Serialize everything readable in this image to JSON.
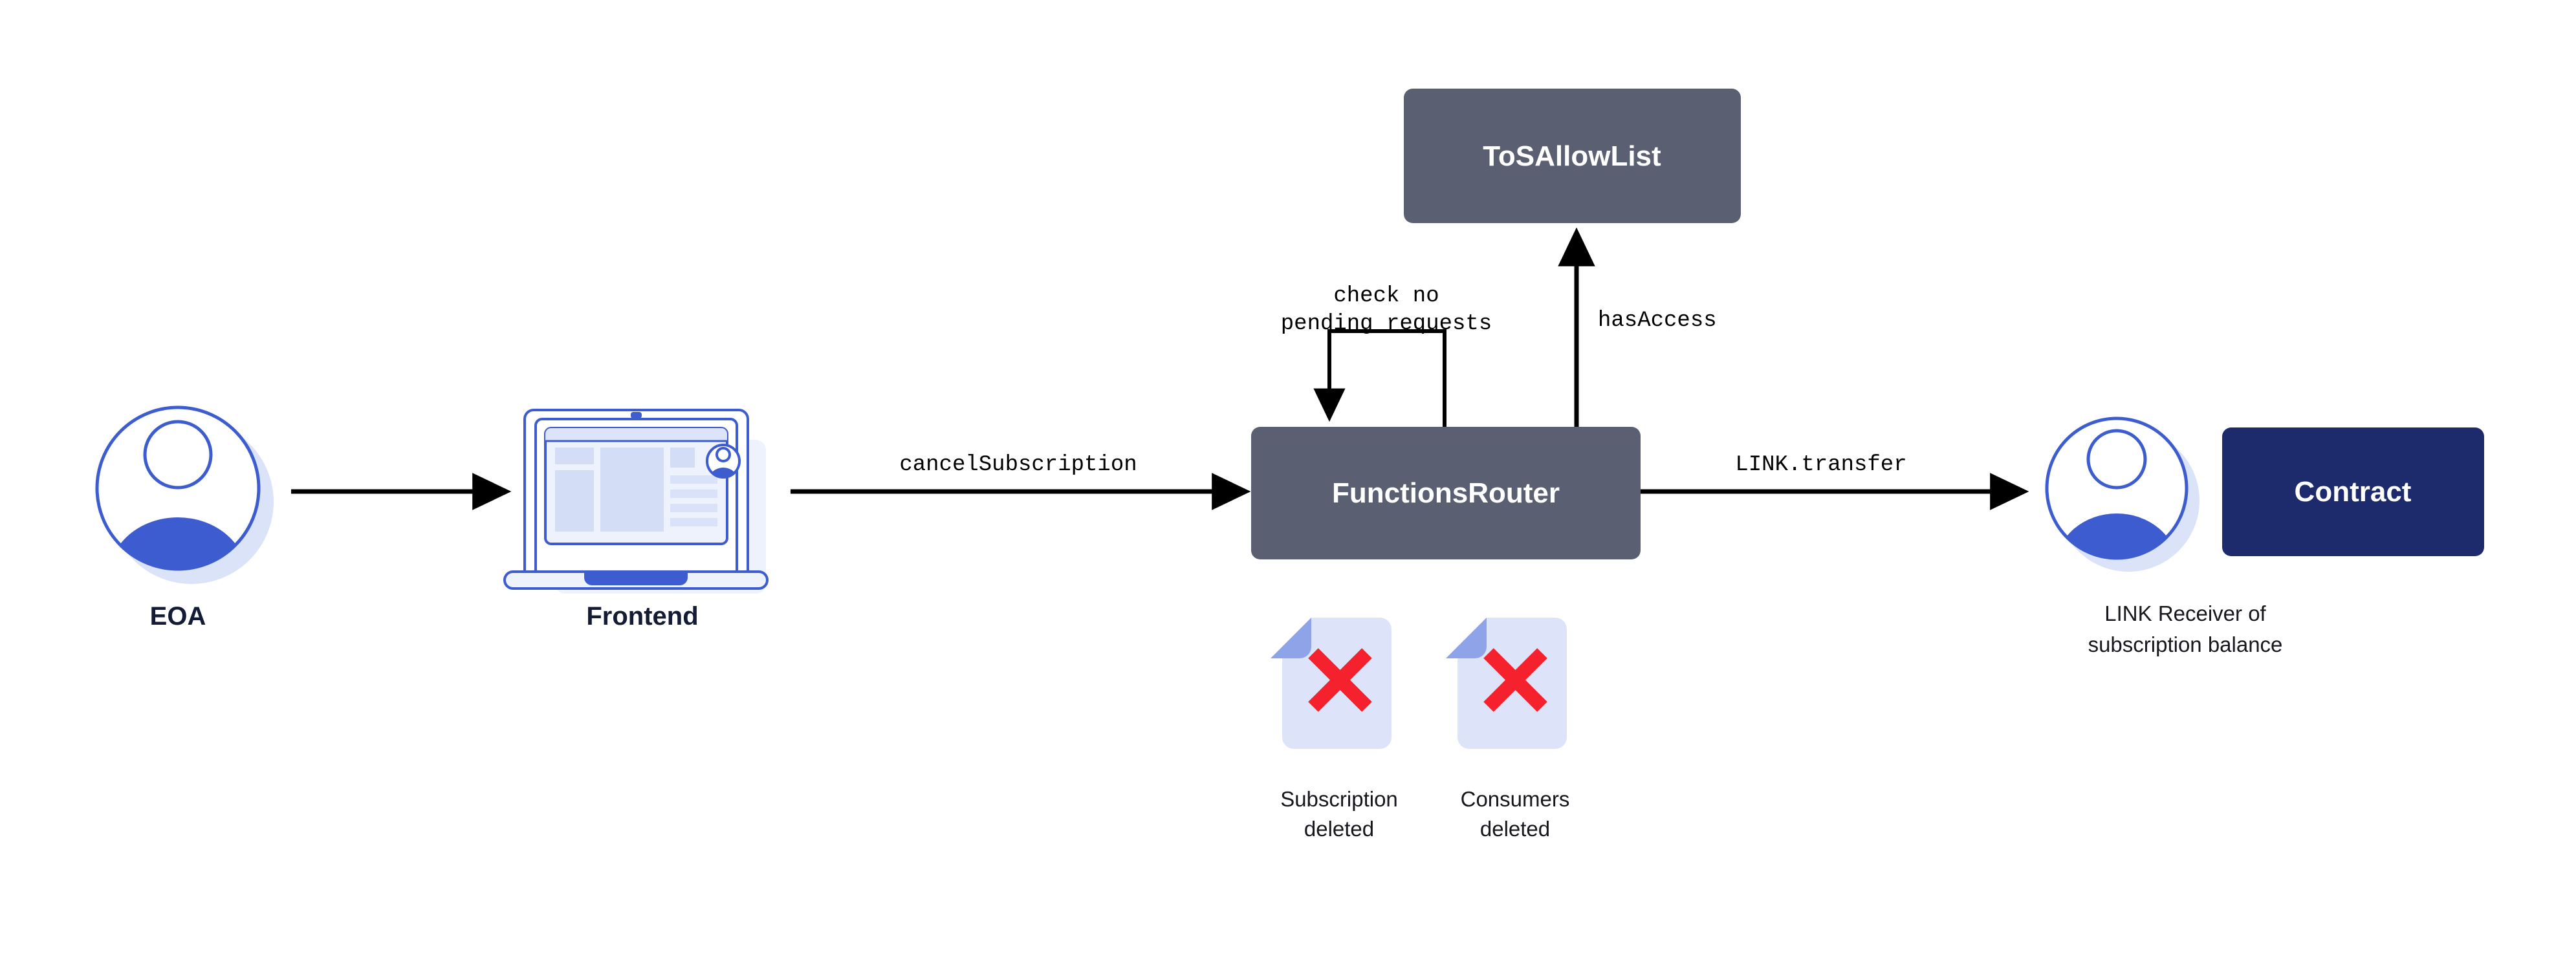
{
  "diagram": {
    "title": "Chainlink Functions cancelSubscription flow",
    "background_color": "#ffffff",
    "colors": {
      "box_slate": "#5a6072",
      "box_navy": "#1d2a6b",
      "accent_blue": "#3c5ccf",
      "light_blue": "#dbe3f8",
      "doc_body": "#dde4fa",
      "doc_fold": "#8fa3e8",
      "red_x": "#f5222d",
      "arrow_black": "#000000",
      "caption_dark": "#141b34"
    },
    "nodes": {
      "eoa": {
        "icon": "user-avatar-icon",
        "caption": "EOA"
      },
      "frontend": {
        "icon": "laptop-icon",
        "caption": "Frontend"
      },
      "functions_router": {
        "label": "FunctionsRouter",
        "shape": "rounded-rect",
        "fill": "#5a6072"
      },
      "tos_allow_list": {
        "label": "ToSAllowList",
        "shape": "rounded-rect",
        "fill": "#5a6072"
      },
      "link_receiver": {
        "icon": "user-avatar-icon",
        "caption_line1": "LINK Receiver of",
        "caption_line2": "subscription balance"
      },
      "contract": {
        "label": "Contract",
        "shape": "rounded-rect",
        "fill": "#1d2a6b"
      }
    },
    "edges": [
      {
        "id": "eoa-to-frontend",
        "from": "eoa",
        "to": "frontend",
        "label": "",
        "direction": "right"
      },
      {
        "id": "frontend-to-router",
        "from": "frontend",
        "to": "functions_router",
        "label": "cancelSubscription",
        "direction": "right"
      },
      {
        "id": "router-self-loop",
        "from": "functions_router",
        "to": "functions_router",
        "label_line1": "check no",
        "label_line2": "pending requests",
        "direction": "self-loop"
      },
      {
        "id": "router-to-tosallowlist",
        "from": "functions_router",
        "to": "tos_allow_list",
        "label": "hasAccess",
        "direction": "up"
      },
      {
        "id": "router-to-receiver",
        "from": "functions_router",
        "to": "link_receiver",
        "label": "LINK.transfer",
        "direction": "right"
      }
    ],
    "artifacts": [
      {
        "id": "subscription-deleted",
        "icon": "document-deleted-icon",
        "caption_line1": "Subscription",
        "caption_line2": "deleted"
      },
      {
        "id": "consumers-deleted",
        "icon": "document-deleted-icon",
        "caption_line1": "Consumers",
        "caption_line2": "deleted"
      }
    ]
  }
}
